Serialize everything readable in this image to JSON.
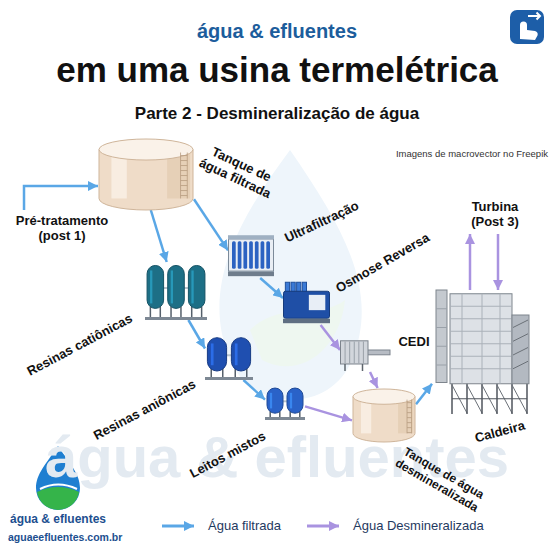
{
  "diagram": {
    "title": "em uma usina termelétrica",
    "nodes": [
      {
        "text": [
          "Pré-tratamento (post 1)"
        ]
      },
      {
        "text": [
          "Tanque de água filtrada"
        ]
      },
      {
        "text": [
          "Ultrafiltração"
        ]
      },
      {
        "text": [
          "Osmose Reversa"
        ]
      },
      {
        "text": [
          "CEDI"
        ]
      },
      {
        "text": [
          "Resinas catiônicas"
        ]
      },
      {
        "text": [
          "Resinas aniônicas"
        ]
      },
      {
        "text": [
          "Leitos mistos"
        ]
      },
      {
        "text": [
          "Tanque de água desmineralizada"
        ]
      },
      {
        "text": [
          "Caldeira"
        ]
      },
      {
        "text": [
          "Turbina (Post 3)"
        ]
      }
    ],
    "edges": [
      {
        "from": 0,
        "to": 1,
        "arrow": "to"
      },
      {
        "from": 1,
        "to": 2,
        "arrow": "to"
      },
      {
        "from": 2,
        "to": 3,
        "arrow": "to"
      },
      {
        "from": 3,
        "to": 4,
        "arrow": "to"
      },
      {
        "from": 4,
        "to": 8,
        "arrow": "to"
      },
      {
        "from": 1,
        "to": 5,
        "arrow": "to"
      },
      {
        "from": 5,
        "to": 6,
        "arrow": "to"
      },
      {
        "from": 6,
        "to": 7,
        "arrow": "to"
      },
      {
        "from": 7,
        "to": 8,
        "arrow": "to"
      },
      {
        "from": 8,
        "to": 9,
        "arrow": "to"
      },
      {
        "from": 9,
        "to": 10,
        "arrow": "to"
      },
      {
        "from": 10,
        "to": 9,
        "arrow": "to"
      }
    ],
    "labels": [
      "água & efluentes",
      "Parte 2 - Desmineralização de água",
      "Imagens de macrovector no Freepik",
      "água & efluentes",
      "água & efluentes",
      "aguaeefluentes.com.br"
    ],
    "legend": [
      {
        "text": "Água filtrada"
      },
      {
        "text": "Água Desmineralizada"
      }
    ]
  }
}
